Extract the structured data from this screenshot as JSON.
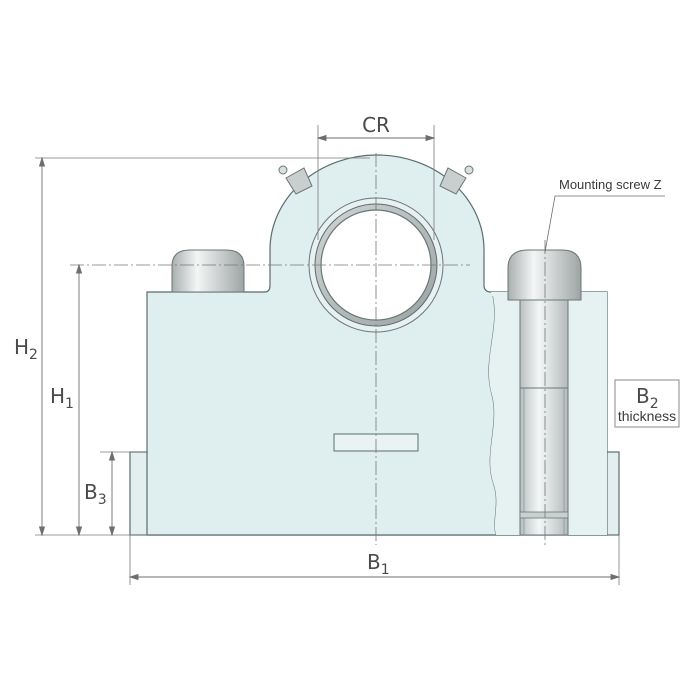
{
  "labels": {
    "cr": "CR",
    "mounting_screw": "Mounting screw Z",
    "h2": {
      "main": "H",
      "sub": "2"
    },
    "h1": {
      "main": "H",
      "sub": "1"
    },
    "b3": {
      "main": "B",
      "sub": "3"
    },
    "b1": {
      "main": "B",
      "sub": "1"
    },
    "b2": {
      "main": "B",
      "sub": "2",
      "line2": "thickness"
    }
  },
  "colors": {
    "body_fill": "#dfeeee",
    "outline": "#5a6d6d",
    "dim_line": "#6e6e6e",
    "bushing": "#7f8a8a",
    "cap": "#d6d9d9"
  }
}
